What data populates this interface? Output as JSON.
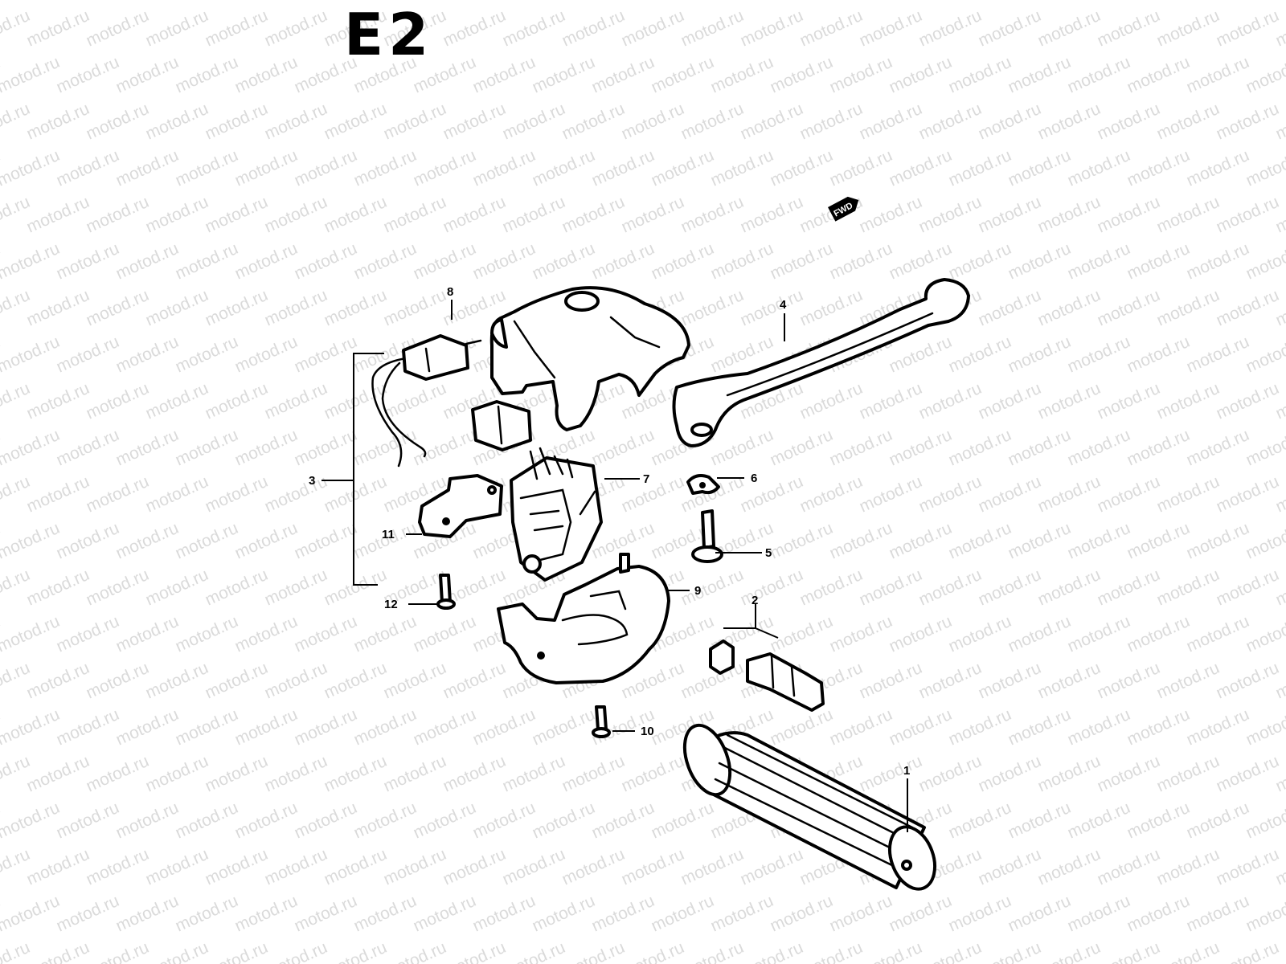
{
  "diagram": {
    "title": "E2",
    "watermark": "motod.ru",
    "fwd_badge": "FWD",
    "callouts": [
      {
        "id": "1",
        "text": "1"
      },
      {
        "id": "2",
        "text": "2"
      },
      {
        "id": "3",
        "text": "3"
      },
      {
        "id": "4",
        "text": "4"
      },
      {
        "id": "5",
        "text": "5"
      },
      {
        "id": "6",
        "text": "6"
      },
      {
        "id": "7",
        "text": "7"
      },
      {
        "id": "8",
        "text": "8"
      },
      {
        "id": "9",
        "text": "9"
      },
      {
        "id": "10",
        "text": "10"
      },
      {
        "id": "11",
        "text": "11"
      },
      {
        "id": "12",
        "text": "12"
      }
    ]
  }
}
